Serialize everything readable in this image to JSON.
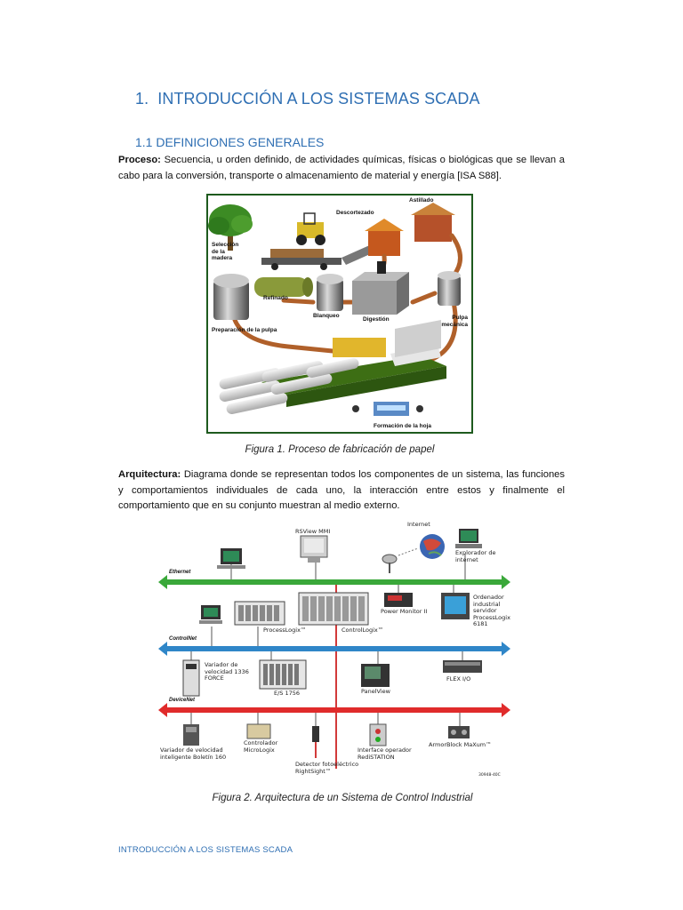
{
  "heading": {
    "number": "1.",
    "title": "INTRODUCCIÓN A LOS SISTEMAS SCADA"
  },
  "subheading": "1.1 DEFINICIONES GENERALES",
  "proceso": {
    "term": "Proceso:",
    "text": " Secuencia, u orden definido, de actividades químicas, físicas o biológicas que se llevan a cabo para la conversión, transporte o almacenamiento de material y energía [ISA S88]."
  },
  "figure1": {
    "caption": "Figura 1. Proceso de fabricación de papel",
    "labels": {
      "destilado": "Astillado",
      "descortezado": "Descortezado",
      "seleccion": "Selección de la madera",
      "refinado": "Refinado",
      "blanqueo": "Blanqueo",
      "digestion": "Digestión",
      "pulpa_mecanica": "Pulpa mecánica",
      "preparacion": "Preparación de la pulpa",
      "formacion": "Formación de la hoja"
    },
    "colors": {
      "frame": "#1e5a1e",
      "pipe": "#b0602a",
      "ground": "#3d6e14"
    }
  },
  "arquitectura": {
    "term": "Arquitectura:",
    "text": " Diagrama donde se representan todos los componentes de un sistema, las funciones y comportamientos individuales de cada uno, la interacción entre estos y finalmente el comportamiento que en su conjunto muestran al medio externo."
  },
  "figure2": {
    "caption": "Figura 2. Arquitectura de un Sistema de Control Industrial",
    "networks": {
      "ethernet": "Ethernet",
      "controlnet": "ControlNet",
      "devicenet": "DeviceNet"
    },
    "labels": {
      "rsview": "RSView MMI",
      "internet": "Internet",
      "explorador": "Explorador de internet",
      "power_monitor": "Power Monitor II",
      "ordenador": "Ordenador industrial servidor ProcessLogix 6181",
      "processlogix": "ProcessLogix™",
      "controllogix": "ControlLogix™",
      "variador_1336": "Variador de velocidad 1336 FORCE",
      "es1756": "E/S 1756",
      "panelview": "PanelView",
      "flex": "FLEX I/O",
      "variador_160": "Variador de velocidad inteligente Boletín 160",
      "micrologix": "Controlador MicroLogix",
      "detector": "Detector fotoeléctrico RightSight™",
      "interface": "Interface operador RediSTATION",
      "armorblock": "ArmorBlock MaXum™",
      "code": "30948-40C"
    },
    "colors": {
      "ethernet": "#3aa83a",
      "controlnet": "#2f86c8",
      "devicenet": "#e02b2b",
      "bus": "#d23a3a"
    }
  },
  "footer": "INTRODUCCIÓN A LOS SISTEMAS SCADA"
}
